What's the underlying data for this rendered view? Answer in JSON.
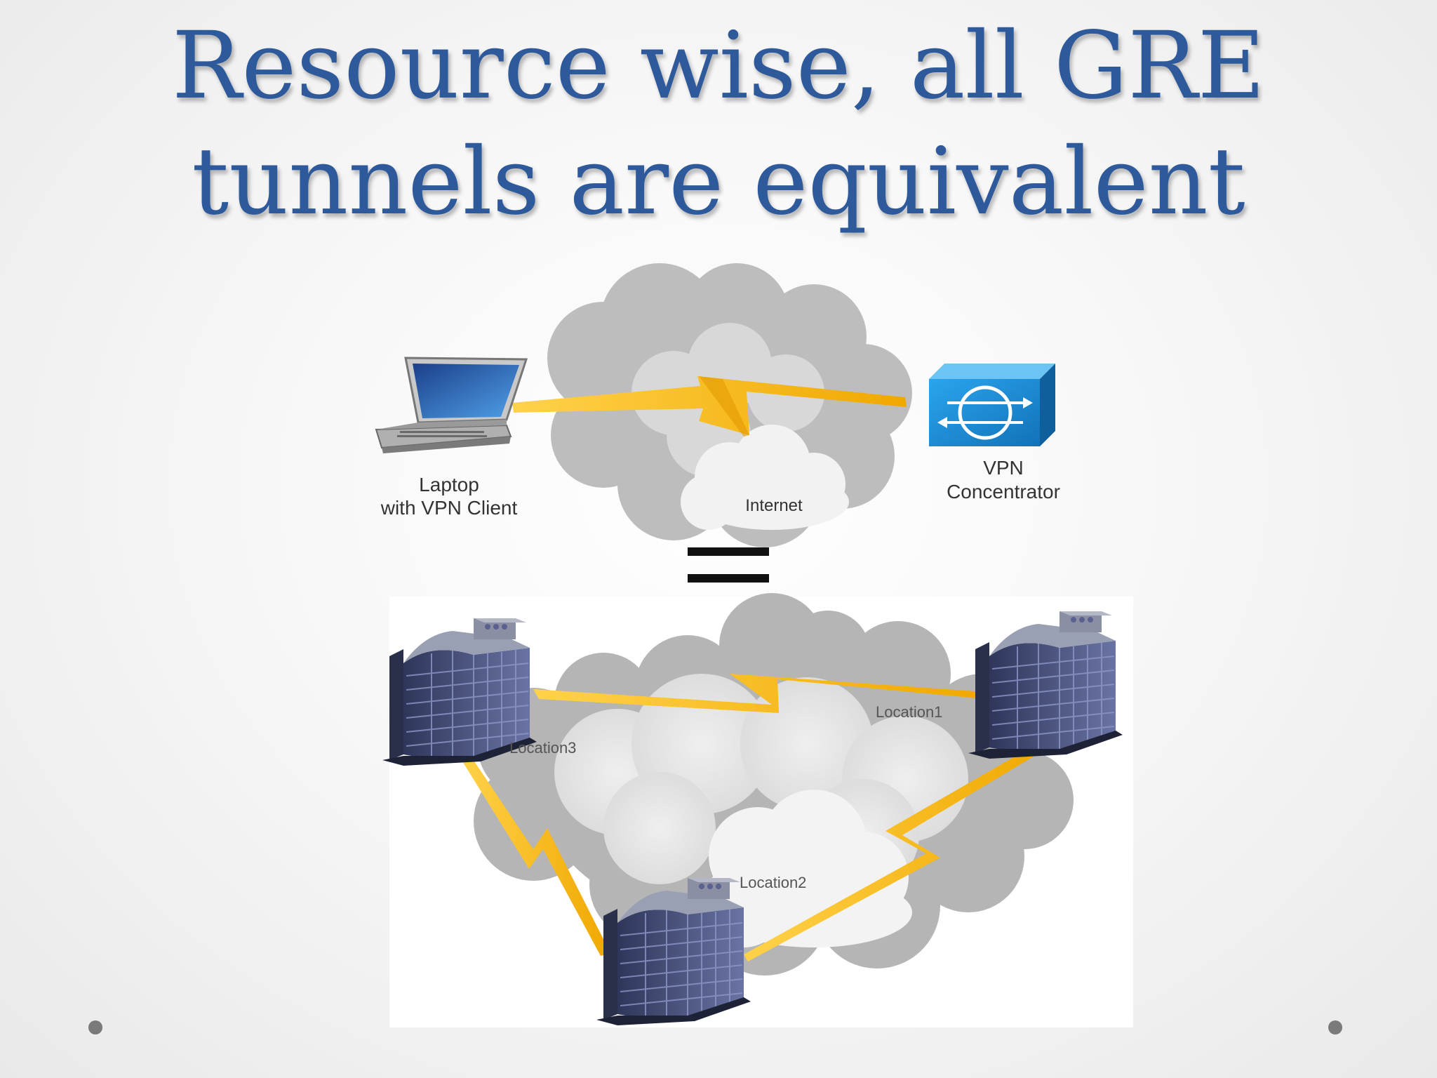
{
  "title": {
    "line1": "Resource wise, all GRE",
    "line2": "tunnels are equivalent"
  },
  "top_diagram": {
    "laptop_label": [
      "Laptop",
      "with VPN Client"
    ],
    "cloud_label": "Internet",
    "vpn_label": [
      "VPN",
      "Concentrator"
    ]
  },
  "bottom_diagram": {
    "location1": "Location1",
    "location2": "Location2",
    "location3": "Location3"
  },
  "colors": {
    "title": "#2e5a9c",
    "lightning": "#f5b800",
    "vpn_box": "#1a8ad0",
    "building": "#4a5480"
  },
  "icons": [
    "laptop-icon",
    "vpn-concentrator-icon",
    "building-icon",
    "cloud-icon",
    "lightning-icon",
    "equals-sign-icon"
  ]
}
